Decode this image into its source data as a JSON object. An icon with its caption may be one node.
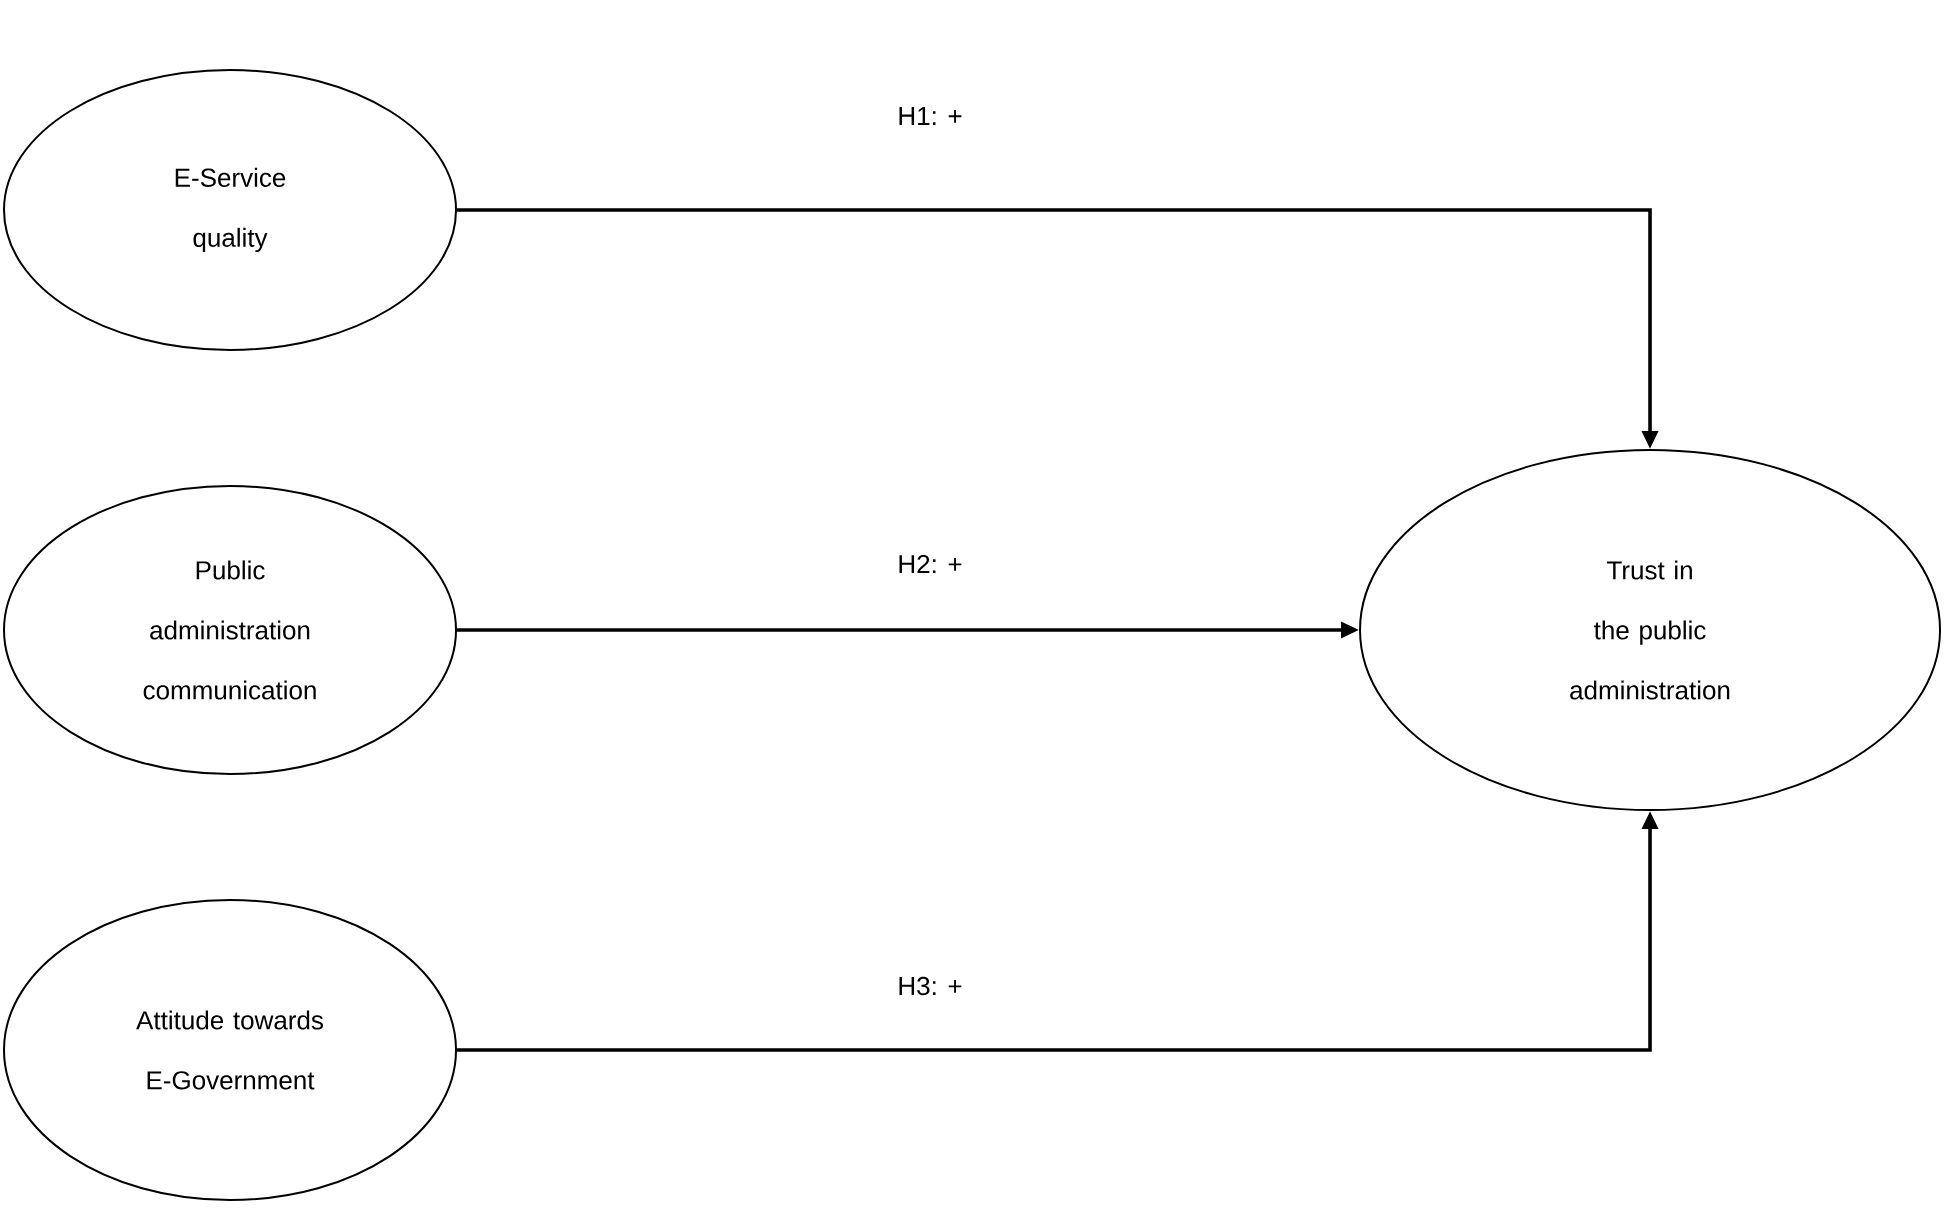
{
  "diagram": {
    "nodes": [
      {
        "text": [
          "E-Service quality"
        ]
      },
      {
        "text": [
          "Public administration communication"
        ]
      },
      {
        "text": [
          "Attitude towards E-Government"
        ]
      },
      {
        "text": [
          "Trust in the public administration"
        ]
      }
    ],
    "edges": [
      {
        "from": 0,
        "to": 3,
        "arrow": "to",
        "label": "H1: +"
      },
      {
        "from": 1,
        "to": 3,
        "arrow": "to",
        "label": "H2: +"
      },
      {
        "from": 2,
        "to": 3,
        "arrow": "to",
        "label": "H3: +"
      }
    ]
  }
}
